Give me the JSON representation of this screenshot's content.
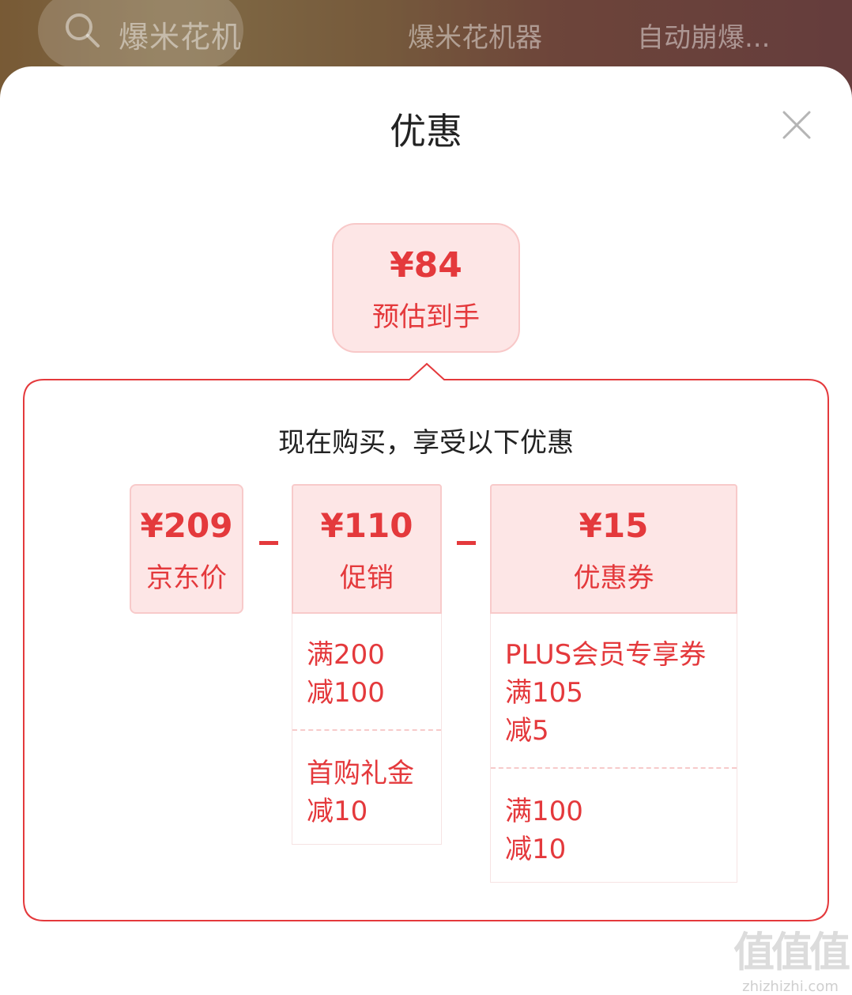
{
  "search": {
    "query": "爆米花机",
    "suggestions": [
      "爆米花机器",
      "自动崩爆..."
    ]
  },
  "sheet": {
    "title": "优惠"
  },
  "estimate": {
    "amount": "¥84",
    "label": "预估到手"
  },
  "breakdown": {
    "subtitle": "现在购买，享受以下优惠",
    "jd_price": {
      "amount": "¥209",
      "label": "京东价"
    },
    "promotion": {
      "amount": "¥110",
      "label": "促销",
      "items": [
        {
          "line1": "满200",
          "line2": "减100"
        },
        {
          "line1": "首购礼金",
          "line2": "减10"
        }
      ]
    },
    "coupon": {
      "amount": "¥15",
      "label": "优惠券",
      "items": [
        {
          "line1": "PLUS会员专享券",
          "line2": "满105",
          "line3": "减5"
        },
        {
          "line1": "满100",
          "line2": "减10"
        }
      ]
    }
  },
  "watermark": {
    "mark": "值值值",
    "url": "zhizhizhi.com"
  },
  "colors": {
    "accent": "#e4393c",
    "box_bg": "#fde6e6"
  }
}
